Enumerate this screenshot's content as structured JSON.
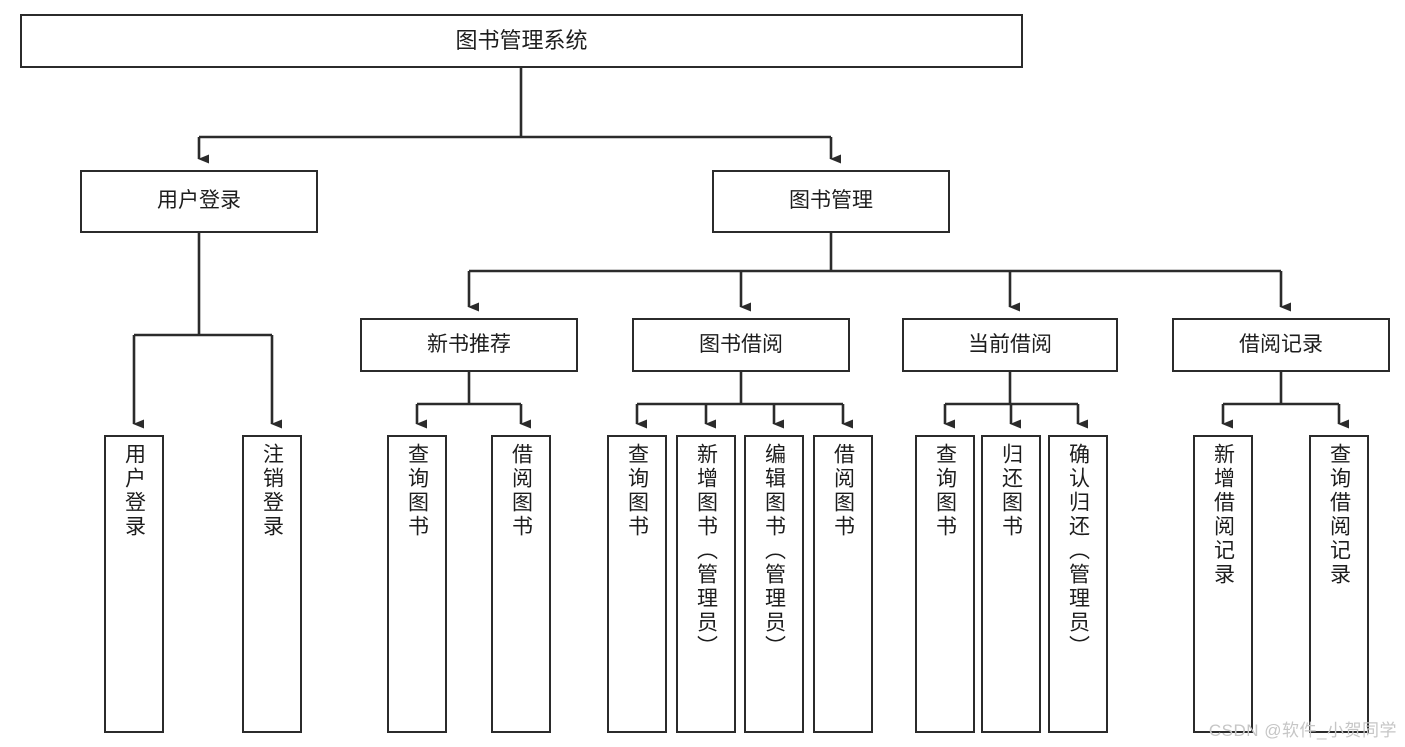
{
  "diagram": {
    "title": "图书管理系统",
    "type": "functional-structure-tree",
    "watermark": "CSDN @软件_小贺同学",
    "colors": {
      "border": "#2b2b2b",
      "fill": "#ffffff",
      "text": "#1d1d1d",
      "edge": "#2b2b2b",
      "watermark": "#c6c6c6"
    },
    "root": {
      "label": "图书管理系统"
    },
    "level1": [
      {
        "label": "用户登录"
      },
      {
        "label": "图书管理"
      }
    ],
    "level2": [
      {
        "label": "新书推荐"
      },
      {
        "label": "图书借阅"
      },
      {
        "label": "当前借阅"
      },
      {
        "label": "借阅记录"
      }
    ],
    "leaves": {
      "user_login": [
        {
          "label": "用户登录"
        },
        {
          "label": "注销登录"
        }
      ],
      "new_book_recommend": [
        {
          "label": "查询图书"
        },
        {
          "label": "借阅图书"
        }
      ],
      "book_borrow": [
        {
          "label": "查询图书"
        },
        {
          "label": "新增图书（管理员）"
        },
        {
          "label": "编辑图书（管理员）"
        },
        {
          "label": "借阅图书"
        }
      ],
      "current_borrow": [
        {
          "label": "查询图书"
        },
        {
          "label": "归还图书"
        },
        {
          "label": "确认归还（管理员）"
        }
      ],
      "borrow_record": [
        {
          "label": "新增借阅记录"
        },
        {
          "label": "查询借阅记录"
        }
      ]
    }
  }
}
